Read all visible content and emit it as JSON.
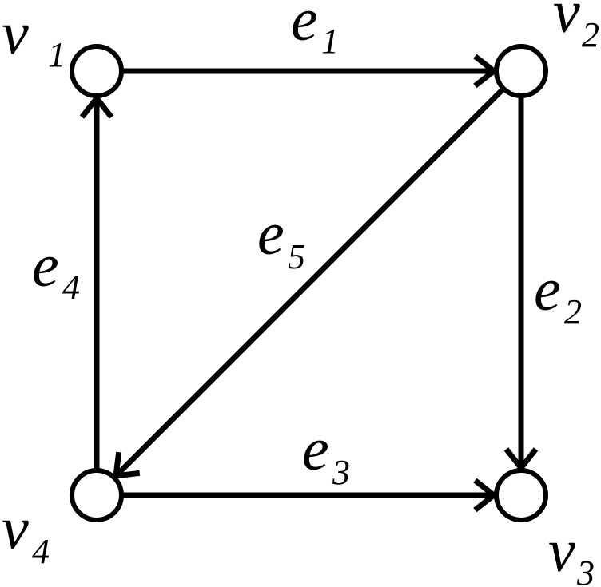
{
  "graph": {
    "vertices": [
      {
        "id": "v1",
        "letter": "v",
        "subscript": "1"
      },
      {
        "id": "v2",
        "letter": "v",
        "subscript": "2"
      },
      {
        "id": "v3",
        "letter": "v",
        "subscript": "3"
      },
      {
        "id": "v4",
        "letter": "v",
        "subscript": "4"
      }
    ],
    "edges": [
      {
        "id": "e1",
        "letter": "e",
        "subscript": "1",
        "from": "v1",
        "to": "v2"
      },
      {
        "id": "e2",
        "letter": "e",
        "subscript": "2",
        "from": "v2",
        "to": "v3"
      },
      {
        "id": "e3",
        "letter": "e",
        "subscript": "3",
        "from": "v4",
        "to": "v3"
      },
      {
        "id": "e4",
        "letter": "e",
        "subscript": "4",
        "from": "v4",
        "to": "v1"
      },
      {
        "id": "e5",
        "letter": "e",
        "subscript": "5",
        "from": "v2",
        "to": "v4"
      }
    ],
    "colors": {
      "stroke": "#000000",
      "vertex_fill": "#ffffff",
      "background": "#ffffff"
    }
  }
}
